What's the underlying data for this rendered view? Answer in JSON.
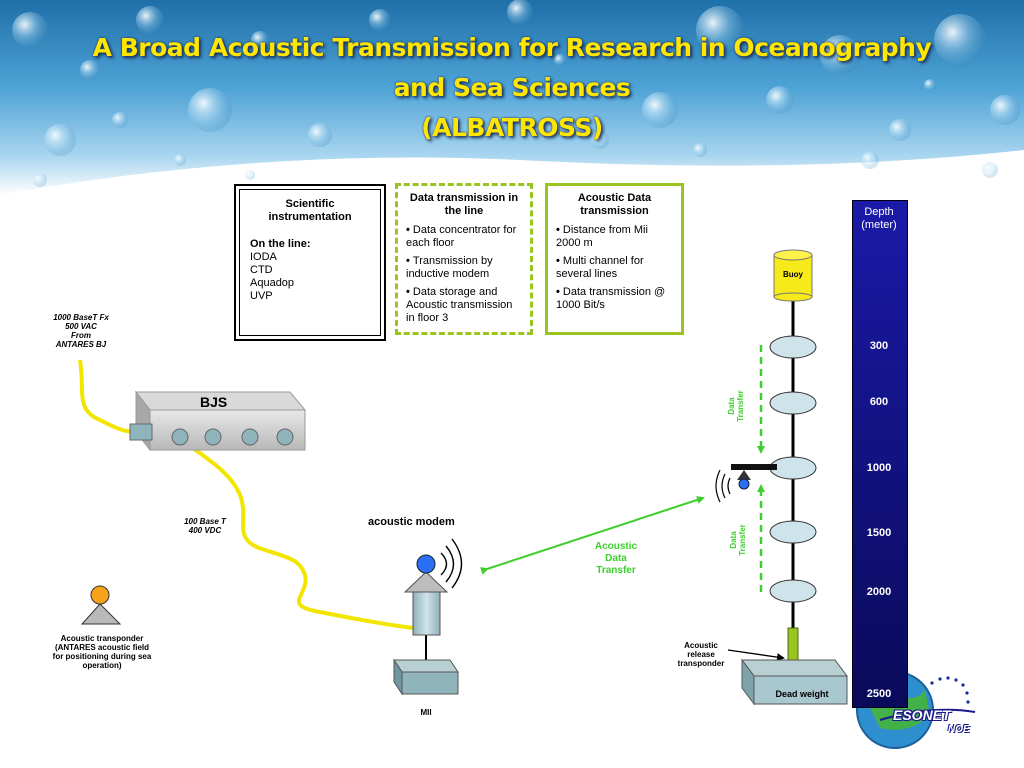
{
  "title": {
    "line1": "A Broad Acoustic Transmission for Research in Oceanography",
    "line2": "and Sea Sciences",
    "line3": "(ALBATROSS)"
  },
  "boxes": {
    "scientific": {
      "title": "Scientific instrumentation",
      "subtitle": "On the line:",
      "items": [
        "IODA",
        "CTD",
        "Aquadop",
        "UVP"
      ]
    },
    "data_transmission": {
      "title": "Data transmission in the line",
      "items": [
        "Data concentrator for each floor",
        "Transmission by inductive modem",
        "Data storage and Acoustic transmission in floor 3"
      ]
    },
    "acoustic_data": {
      "title": "Acoustic Data transmission",
      "items": [
        "Distance from Mii 2000 m",
        "Multi channel for several lines",
        "Data transmission @ 1000 Bit/s"
      ]
    }
  },
  "labels": {
    "cable_top": [
      "1000 BaseT Fx",
      "500 VAC",
      "From",
      "ANTARES BJ"
    ],
    "bjs": "BJS",
    "cable_mid": [
      "100 Base T",
      "400 VDC"
    ],
    "acoustic_modem": "acoustic modem",
    "mii": "MII",
    "transponder": [
      "Acoustic transponder",
      "(ANTARES acoustic field",
      "for positioning during sea",
      "operation)"
    ],
    "acoustic_transfer": [
      "Acoustic",
      "Data",
      "Transfer"
    ],
    "data_transfer_top": [
      "Data",
      "Transfer"
    ],
    "data_transfer_bottom": [
      "Data",
      "Transfer"
    ],
    "buoy": "Buoy",
    "release": [
      "Acoustic",
      "release",
      "transponder"
    ],
    "dead_weight": "Dead weight",
    "logo_main": "ESONET",
    "logo_sub": "NOE"
  },
  "depth": {
    "title": [
      "Depth",
      "(meter)"
    ],
    "marks": [
      "300",
      "600",
      "1000",
      "1500",
      "2000",
      "2500"
    ]
  },
  "colors": {
    "title": "#ffe600",
    "cable": "#f2e600",
    "accent_green": "#9ac520",
    "transfer_green": "#3ecf2c",
    "depth_bar": "#1a1aa8"
  }
}
